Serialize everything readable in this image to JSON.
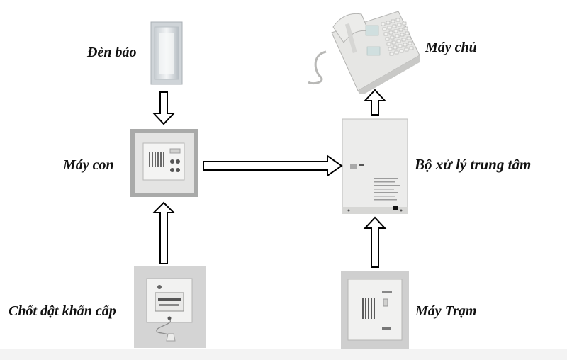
{
  "diagram": {
    "labels": {
      "den_bao": "Đèn báo",
      "may_chu": "Máy chủ",
      "may_con": "Máy con",
      "bo_xu_ly": "Bộ xử lý trung tâm",
      "chot_dat": "Chốt dật khẩn cấp",
      "may_tram": "Máy Trạm"
    },
    "connections": [
      {
        "from": "den_bao",
        "to": "may_con"
      },
      {
        "from": "chot_dat",
        "to": "may_con"
      },
      {
        "from": "may_con",
        "to": "bo_xu_ly"
      },
      {
        "from": "may_tram",
        "to": "bo_xu_ly"
      },
      {
        "from": "bo_xu_ly",
        "to": "may_chu"
      }
    ]
  }
}
